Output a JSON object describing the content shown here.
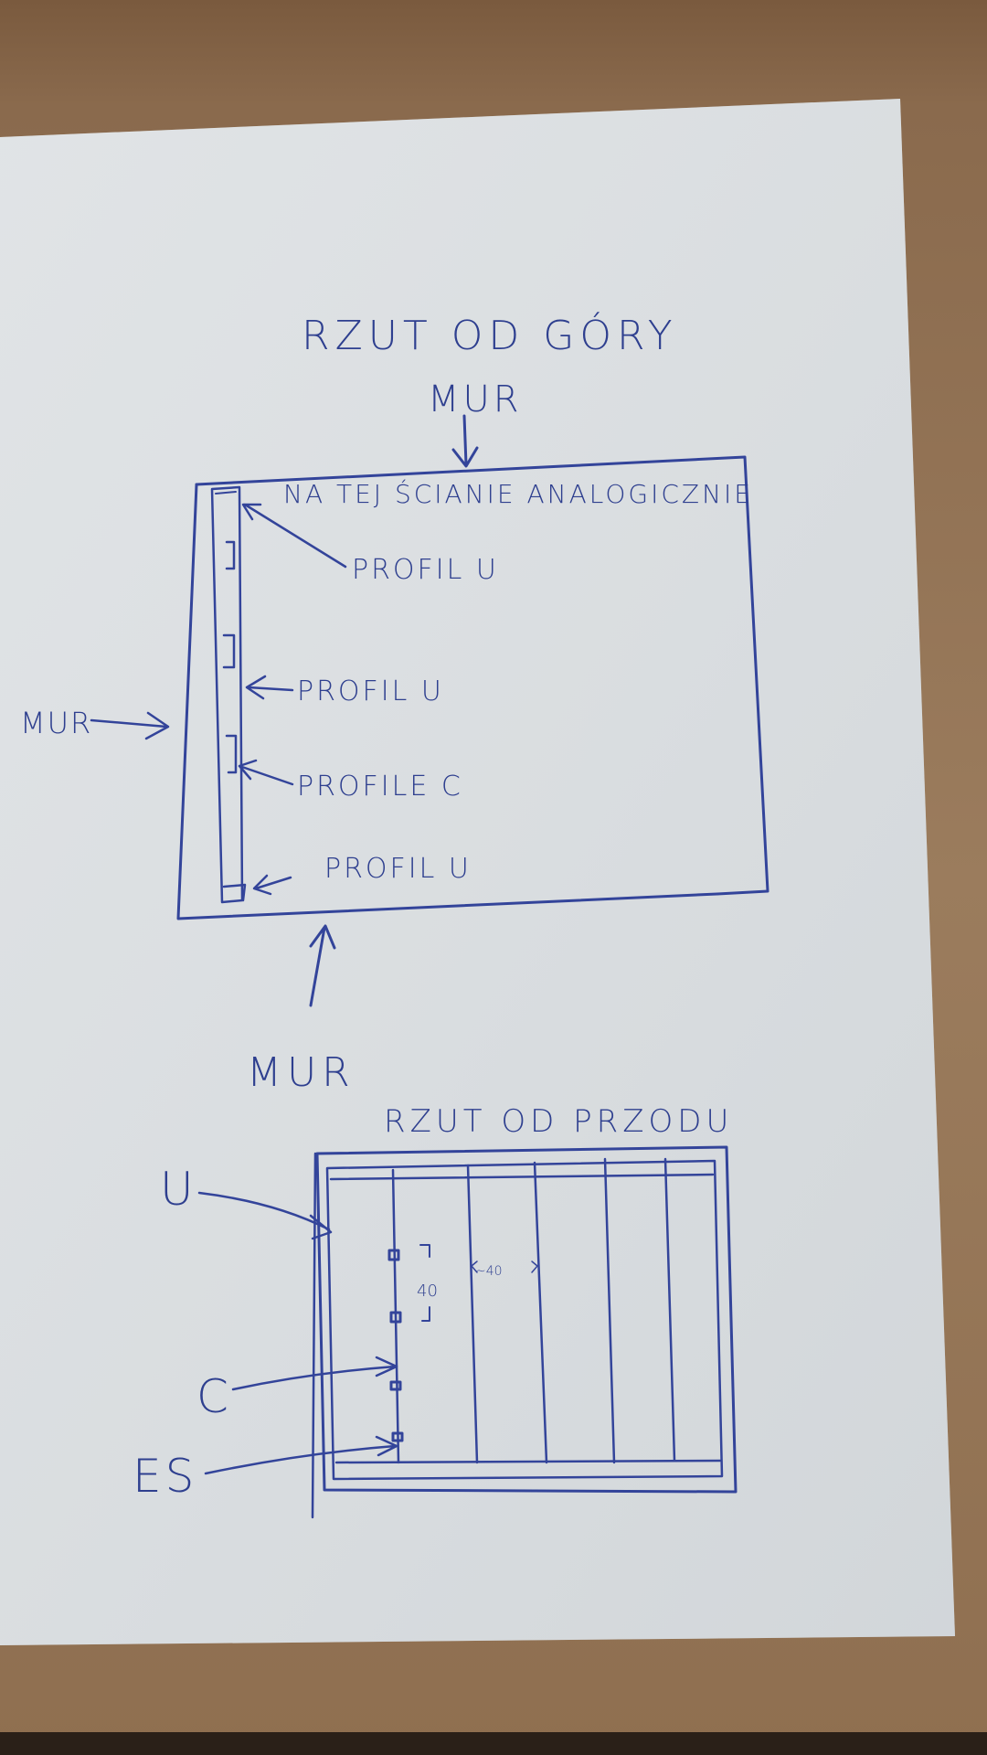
{
  "top_view": {
    "title": "RZUT OD GÓRY",
    "wall_top": "MUR",
    "wall_left": "MUR",
    "wall_bottom": "MUR",
    "note": "NA TEJ ŚCIANIE ANALOGICZNIE",
    "labels": [
      "PROFIL U",
      "PROFIL U",
      "PROFILE C",
      "PROFIL U"
    ]
  },
  "front_view": {
    "title": "RZUT OD PRZODU",
    "label_u": "U",
    "label_c": "C",
    "label_es": "ES",
    "dim_vertical": "40",
    "dim_horizontal": "~40"
  }
}
